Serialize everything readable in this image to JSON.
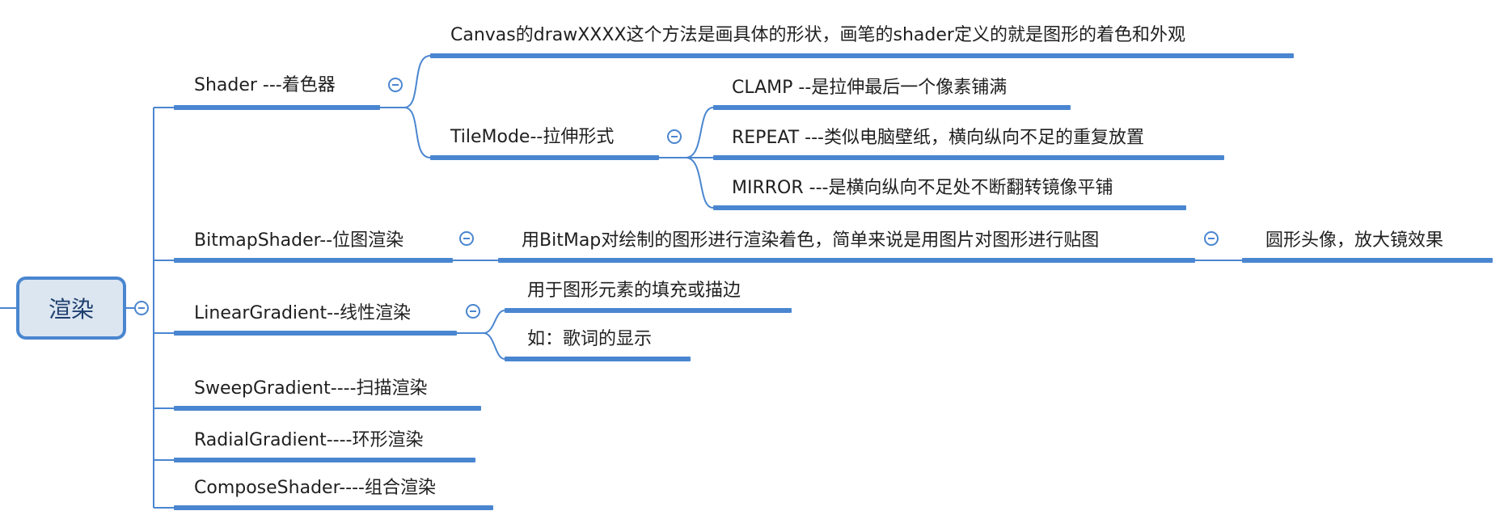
{
  "root": {
    "label": "渲染"
  },
  "shader": {
    "label": "Shader ---着色器",
    "desc": "Canvas的drawXXXX这个方法是画具体的形状，画笔的shader定义的就是图形的着色和外观",
    "tilemode": {
      "label": "TileMode--拉伸形式",
      "clamp": "CLAMP --是拉伸最后一个像素铺满",
      "repeat": "REPEAT ---类似电脑壁纸，横向纵向不足的重复放置",
      "mirror": "MIRROR ---是横向纵向不足处不断翻转镜像平铺"
    }
  },
  "bitmap": {
    "label": "BitmapShader--位图渲染",
    "desc": "用BitMap对绘制的图形进行渲染着色，简单来说是用图片对图形进行贴图",
    "example": "圆形头像，放大镜效果"
  },
  "linear": {
    "label": "LinearGradient--线性渲染",
    "use": "用于图形元素的填充或描边",
    "example": "如：歌词的显示"
  },
  "sweep": {
    "label": "SweepGradient----扫描渲染"
  },
  "radial": {
    "label": "RadialGradient----环形渲染"
  },
  "compose": {
    "label": "ComposeShader----组合渲染"
  },
  "colors": {
    "line": "#4a86d0",
    "root_fill": "#dce6f1",
    "root_text": "#1e3f6e"
  }
}
